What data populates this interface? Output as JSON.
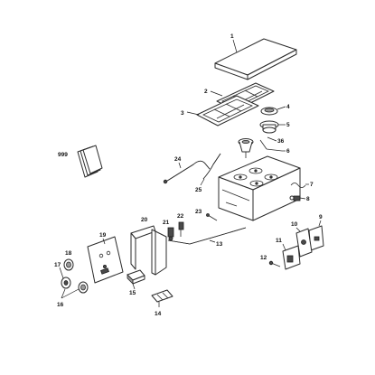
{
  "diagram": {
    "callouts": {
      "p1": "1",
      "p2": "2",
      "p3": "3",
      "p4": "4",
      "p5": "5",
      "p6": "6",
      "p7": "7",
      "p8": "8",
      "p9": "9",
      "p10": "10",
      "p11": "11",
      "p12": "12",
      "p13": "13",
      "p14": "14",
      "p15": "15",
      "p16": "16",
      "p17": "17",
      "p18": "18",
      "p19": "19",
      "p20": "20",
      "p21": "21",
      "p22": "22",
      "p23": "23",
      "p24": "24",
      "p25": "25",
      "p36": "36",
      "p999": "999"
    },
    "colors": {
      "line": "#2b2b2b",
      "shade": "#9a9a9a",
      "background": "#ffffff"
    }
  }
}
